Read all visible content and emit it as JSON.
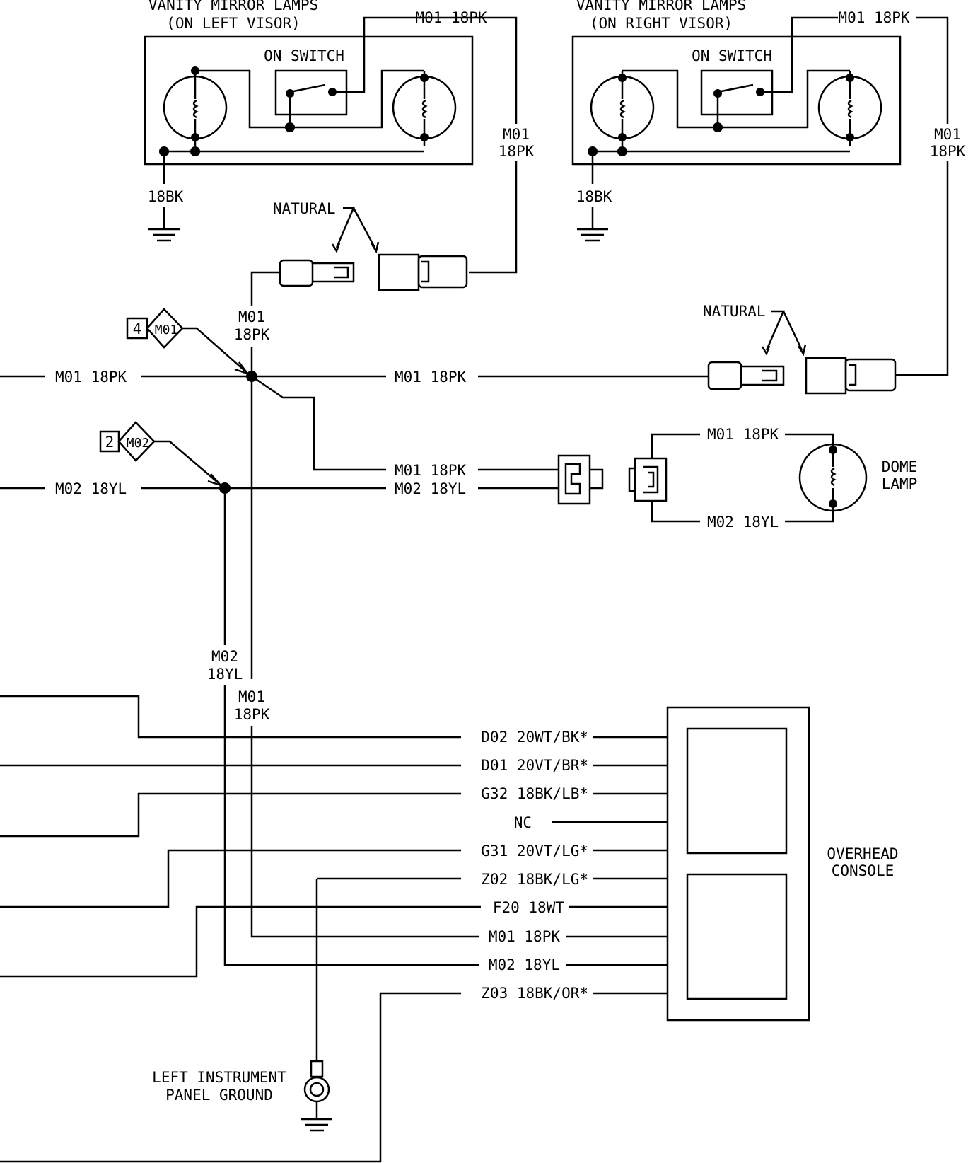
{
  "vanity_left": {
    "title_line1": "VANITY MIRROR LAMPS",
    "title_line2": "(ON LEFT VISOR)",
    "switch_label": "ON SWITCH",
    "ground_wire": "18BK",
    "feed_wire_top": "M01 18PK",
    "feed_wire_side_1": "M01",
    "feed_wire_side_2": "18PK"
  },
  "vanity_right": {
    "title_line1": "VANITY MIRROR LAMPS",
    "title_line2": "(ON RIGHT VISOR)",
    "switch_label": "ON SWITCH",
    "ground_wire": "18BK",
    "feed_wire_top": "M01 18PK",
    "feed_wire_side_1": "M01",
    "feed_wire_side_2": "18PK"
  },
  "connectors": {
    "left_natural": "NATURAL",
    "right_natural": "NATURAL"
  },
  "splices": {
    "m01_ref_num": "4",
    "m01_ref_code": "M01",
    "m02_ref_num": "2",
    "m02_ref_code": "M02"
  },
  "wires": {
    "m01_vertical_1": "M01",
    "m01_vertical_2": "18PK",
    "m01_left": "M01 18PK",
    "m01_right": "M01 18PK",
    "m02_left": "M02 18YL",
    "dome_m01": "M01 18PK",
    "dome_m02": "M02 18YL",
    "dome_side_m01": "M01 18PK",
    "dome_side_m02": "M02 18YL",
    "m02_down_1": "M02",
    "m02_down_2": "18YL",
    "m01_down_1": "M01",
    "m01_down_2": "18PK"
  },
  "dome_lamp": {
    "line1": "DOME",
    "line2": "LAMP"
  },
  "overhead_console": {
    "line1": "OVERHEAD",
    "line2": "CONSOLE",
    "pins": [
      "D02 20WT/BK*",
      "D01 20VT/BR*",
      "G32 18BK/LB*",
      "NC",
      "G31 20VT/LG*",
      "Z02 18BK/LG*",
      "F20 18WT",
      "M01 18PK",
      "M02 18YL",
      "Z03 18BK/OR*"
    ]
  },
  "ground": {
    "line1": "LEFT INSTRUMENT",
    "line2": "PANEL GROUND"
  }
}
